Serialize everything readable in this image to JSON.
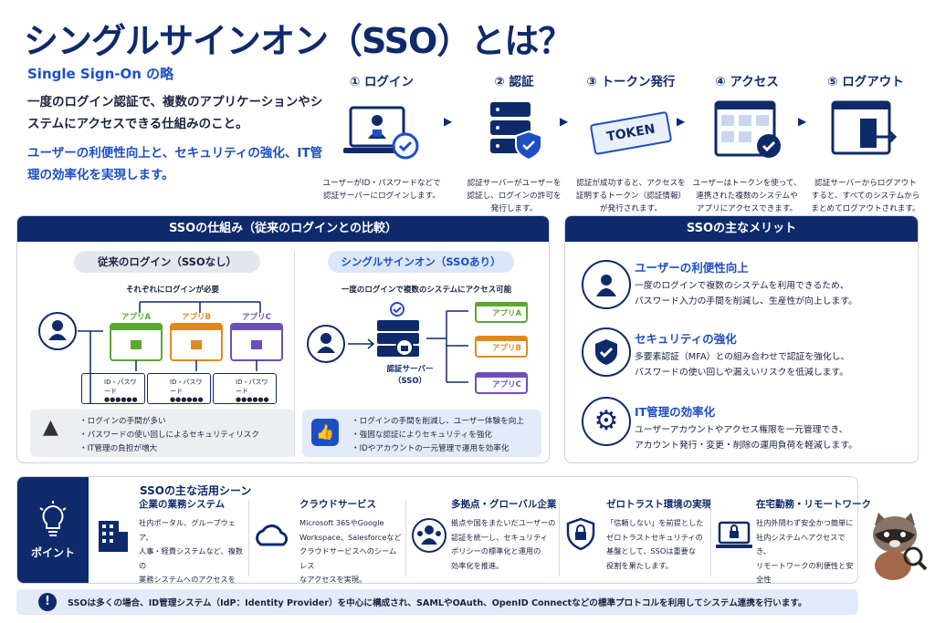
{
  "title": "シングルサインオン（SSO）とは？",
  "subtitle": "Single Sign-On の略",
  "description": "一度のログイン認証で、複数のアプリケーションやシステムにアクセスできる仕組みのこと。",
  "highlight": "ユーザーの利便性向上と、セキュリティの強化、IT管理の効率化を実現します。",
  "steps": [
    {
      "title": "① ログイン",
      "text": "ユーザーがID・パスワードなどで\n認証サーバーにログインします。"
    },
    {
      "title": "② 認証",
      "text": "認証サーバーがユーザーを\n認証し、ログインの許可を\n発行します。"
    },
    {
      "title": "③ トークン発行",
      "text": "認証が成功すると、アクセスを\n証明するトークン（認証情報）\nが発行されます。",
      "token_label": "TOKEN"
    },
    {
      "title": "④ アクセス",
      "text": "ユーザーはトークンを使って、\n連携された複数のシステムや\nアプリにアクセスできます。"
    },
    {
      "title": "⑤ ログアウト",
      "text": "認証サーバーからログアウト\nすると、すべてのシステムから\nまとめてログアウトされます。"
    }
  ],
  "mechanism": {
    "header": "SSOの仕組み（従来のログインとの比較）",
    "traditional": {
      "label": "従来のログイン（SSOなし）",
      "caption": "それぞれにログインが必要",
      "apps": [
        "アプリA",
        "アプリB",
        "アプリC"
      ],
      "login_label": "ID・パスワード",
      "password_mask": "●●●●●●",
      "notes": [
        "・ログインの手間が多い",
        "・パスワードの使い回しによるセキュリティリスク",
        "・IT管理の負担が増大"
      ]
    },
    "sso": {
      "label": "シングルサインオン（SSOあり）",
      "caption": "一度のログインで複数のシステムにアクセス可能",
      "server_label": "認証サーバー\n（SSO）",
      "apps": [
        "アプリA",
        "アプリB",
        "アプリC"
      ],
      "notes": [
        "・ログインの手間を削減し、ユーザー体験を向上",
        "・強固な認証によりセキュリティを強化",
        "・IDやアカウントの一元管理で運用を効率化"
      ]
    }
  },
  "merits": {
    "header": "SSOの主なメリット",
    "items": [
      {
        "title": "ユーザーの利便性向上",
        "text": "一度のログインで複数のシステムを利用できるため、\nパスワード入力の手間を削減し、生産性が向上します。"
      },
      {
        "title": "セキュリティの強化",
        "text": "多要素認証（MFA）との組み合わせで認証を強化し、\nパスワードの使い回しや漏えいリスクを低減します。"
      },
      {
        "title": "IT管理の効率化",
        "text": "ユーザーアカウントやアクセス権限を一元管理でき、\nアカウント発行・変更・削除の運用負荷を軽減します。"
      }
    ]
  },
  "usecases": {
    "badge": "ポイント",
    "header": "SSOの主な活用シーン",
    "items": [
      {
        "title": "企業の業務システム",
        "text": "社内ポータル、グループウェア、\n人事・経費システムなど、複数の\n業務システムへのアクセスを\nSSOで統合。"
      },
      {
        "title": "クラウドサービス",
        "text": "Microsoft 365やGoogle\nWorkspace、Salesforceなど\nクラウドサービスへのシームレス\nなアクセスを実現。"
      },
      {
        "title": "多拠点・グローバル企業",
        "text": "拠点や国をまたいだユーザーの\n認証を統一し、セキュリティ\nポリシーの標準化と運用の\n効率化を推進。"
      },
      {
        "title": "ゼロトラスト環境の実現",
        "text": "「信頼しない」を前提とした\nゼロトラストセキュリティの\n基盤として、SSOは重要な\n役割を果たします。"
      },
      {
        "title": "在宅勤務・リモートワーク",
        "text": "社内外問わず安全かつ簡単に\n社内システムへアクセスでき、\nリモートワークの利便性と安全性\nを両立。"
      }
    ]
  },
  "footer": "SSOは多くの場合、ID管理システム（IdP：Identity Provider）を中心に構成され、SAMLやOAuth、OpenID Connectなどの標準プロトコルを利用してシステム連携を行います。",
  "colors": {
    "navy": "#0f2a6b",
    "accent": "#1d4fc4",
    "app_green": "#5aa832",
    "app_orange": "#e08a1e",
    "app_purple": "#6d4fb8"
  }
}
